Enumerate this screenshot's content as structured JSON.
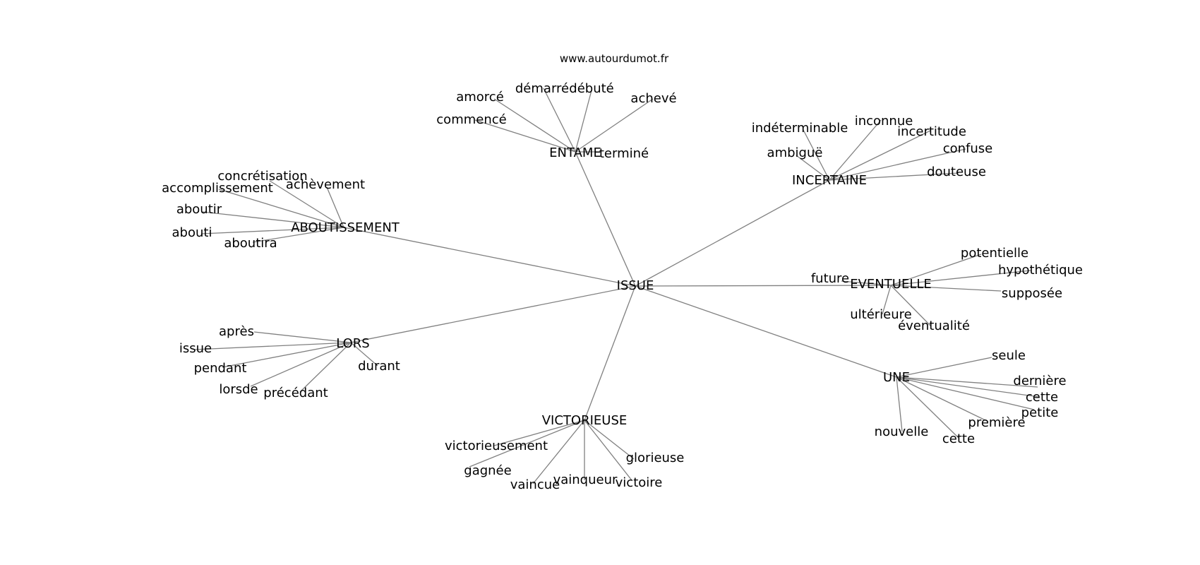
{
  "source_credit": "www.autourdumot.fr",
  "edge_color": "#808080",
  "center": "ISSUE",
  "clusters": [
    {
      "hub": "ENTAME",
      "words": [
        "amorcé",
        "démarré",
        "débuté",
        "achevé",
        "commencé",
        "terminé"
      ]
    },
    {
      "hub": "INCERTAINE",
      "words": [
        "indéterminable",
        "inconnue",
        "incertitude",
        "confuse",
        "ambiguë",
        "douteuse"
      ]
    },
    {
      "hub": "ABOUTISSEMENT",
      "words": [
        "concrétisation",
        "accomplissement",
        "achèvement",
        "aboutir",
        "abouti",
        "aboutira"
      ]
    },
    {
      "hub": "EVENTUELLE",
      "words": [
        "potentielle",
        "hypothétique",
        "future",
        "supposée",
        "ultérieure",
        "éventualité"
      ]
    },
    {
      "hub": "LORS",
      "words": [
        "après",
        "issue",
        "pendant",
        "durant",
        "lorsde",
        "précédant"
      ]
    },
    {
      "hub": "UNE",
      "words": [
        "seule",
        "dernière",
        "cette",
        "petite",
        "première",
        "nouvelle",
        "cette"
      ]
    },
    {
      "hub": "VICTORIEUSE",
      "words": [
        "victorieusement",
        "glorieuse",
        "gagnée",
        "vainqueur",
        "victoire",
        "vaincue"
      ]
    }
  ]
}
